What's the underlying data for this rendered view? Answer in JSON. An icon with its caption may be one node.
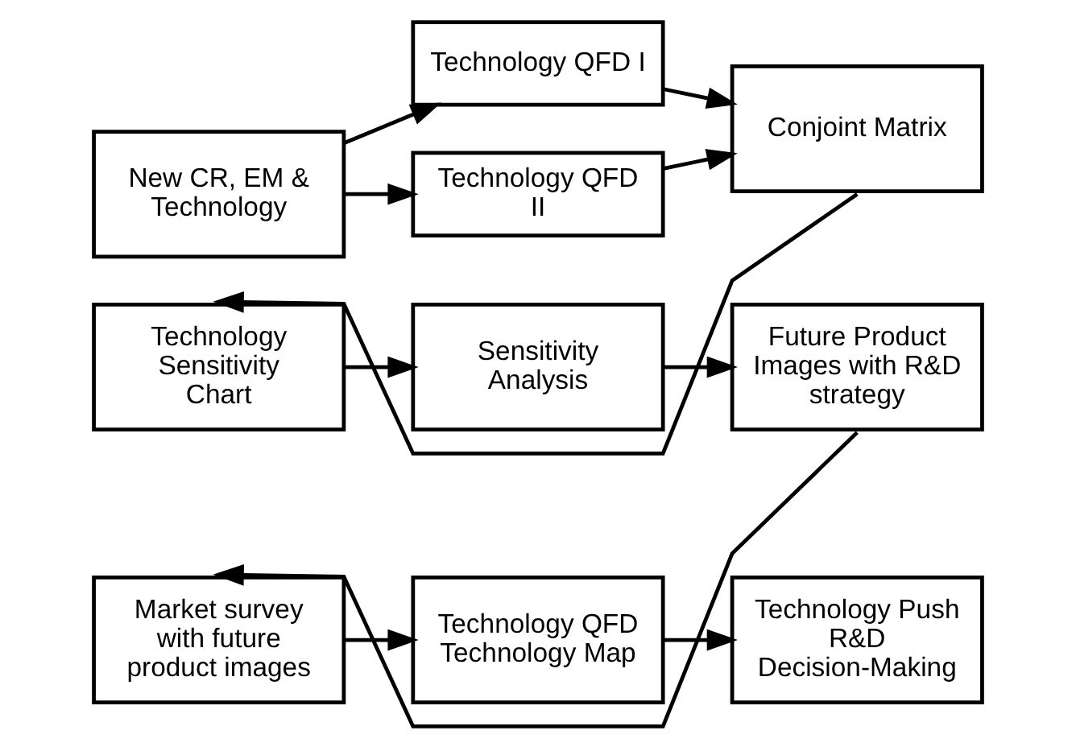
{
  "diagram": {
    "nodes": [
      {
        "text": [
          "New CR, EM & Technology"
        ]
      },
      {
        "text": [
          "Technology QFD I"
        ]
      },
      {
        "text": [
          "Technology QFD II"
        ]
      },
      {
        "text": [
          "Conjoint Matrix"
        ]
      },
      {
        "text": [
          "Technology Sensitivity Chart"
        ]
      },
      {
        "text": [
          "Sensitivity Analysis"
        ]
      },
      {
        "text": [
          "Future Product Images with R&D strategy"
        ]
      },
      {
        "text": [
          "Market survey with future product images"
        ]
      },
      {
        "text": [
          "Technology QFD Technology Map"
        ]
      },
      {
        "text": [
          "Technology Push R&D Decision-Making"
        ]
      }
    ],
    "edges": [
      {
        "from": 0,
        "to": 1,
        "arrow": "to"
      },
      {
        "from": 0,
        "to": 2,
        "arrow": "to"
      },
      {
        "from": 1,
        "to": 3,
        "arrow": "to"
      },
      {
        "from": 2,
        "to": 3,
        "arrow": "to"
      },
      {
        "from": 3,
        "to": 4,
        "arrow": "to"
      },
      {
        "from": 4,
        "to": 5,
        "arrow": "to"
      },
      {
        "from": 5,
        "to": 6,
        "arrow": "to"
      },
      {
        "from": 6,
        "to": 7,
        "arrow": "to"
      },
      {
        "from": 7,
        "to": 8,
        "arrow": "to"
      },
      {
        "from": 8,
        "to": 9,
        "arrow": "to"
      }
    ]
  }
}
